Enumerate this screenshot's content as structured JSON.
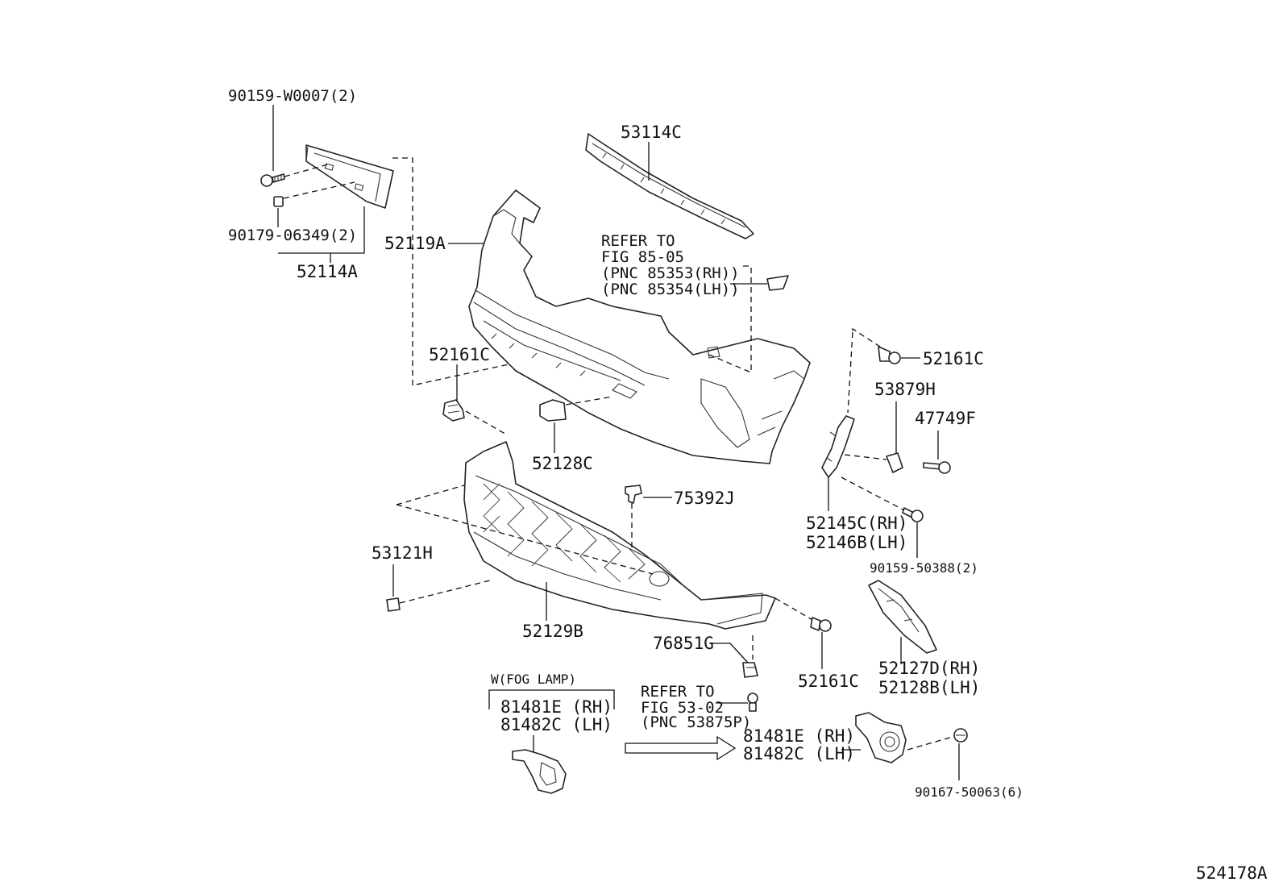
{
  "labels": {
    "p90159_w0007": "90159-W0007(2)",
    "p90179_06349": "90179-06349(2)",
    "p52114a": "52114A",
    "p52119a": "52119A",
    "p53114c": "53114C",
    "refer1_line1": "REFER TO",
    "refer1_line2": "FIG 85-05",
    "refer1_line3": "(PNC 85353(RH))",
    "refer1_line4": "(PNC 85354(LH))",
    "p52161c_a": "52161C",
    "p52161c_b": "52161C",
    "p52161c_c": "52161C",
    "p52128c": "52128C",
    "p53879h": "53879H",
    "p47749f": "47749F",
    "p75392j": "75392J",
    "p52145c": "52145C(RH)",
    "p52146b": "52146B(LH)",
    "p90159_50388": "90159-50388(2)",
    "p53121h": "53121H",
    "p52129b": "52129B",
    "p76851g": "76851G",
    "p52127d": "52127D(RH)",
    "p52128b": "52128B(LH)",
    "fog_header": "W(FOG LAMP)",
    "fog_a_rh": "81481E (RH)",
    "fog_a_lh": "81482C (LH)",
    "refer2_line1": "REFER TO",
    "refer2_line2": "FIG 53-02",
    "refer2_line3": "(PNC 53875P)",
    "fog_b_rh": "81481E (RH)",
    "fog_b_lh": "81482C (LH)",
    "p90167_50063": "90167-50063(6)",
    "figure_id": "524178A"
  },
  "colors": {
    "ink": "#111111",
    "paper": "#ffffff"
  }
}
